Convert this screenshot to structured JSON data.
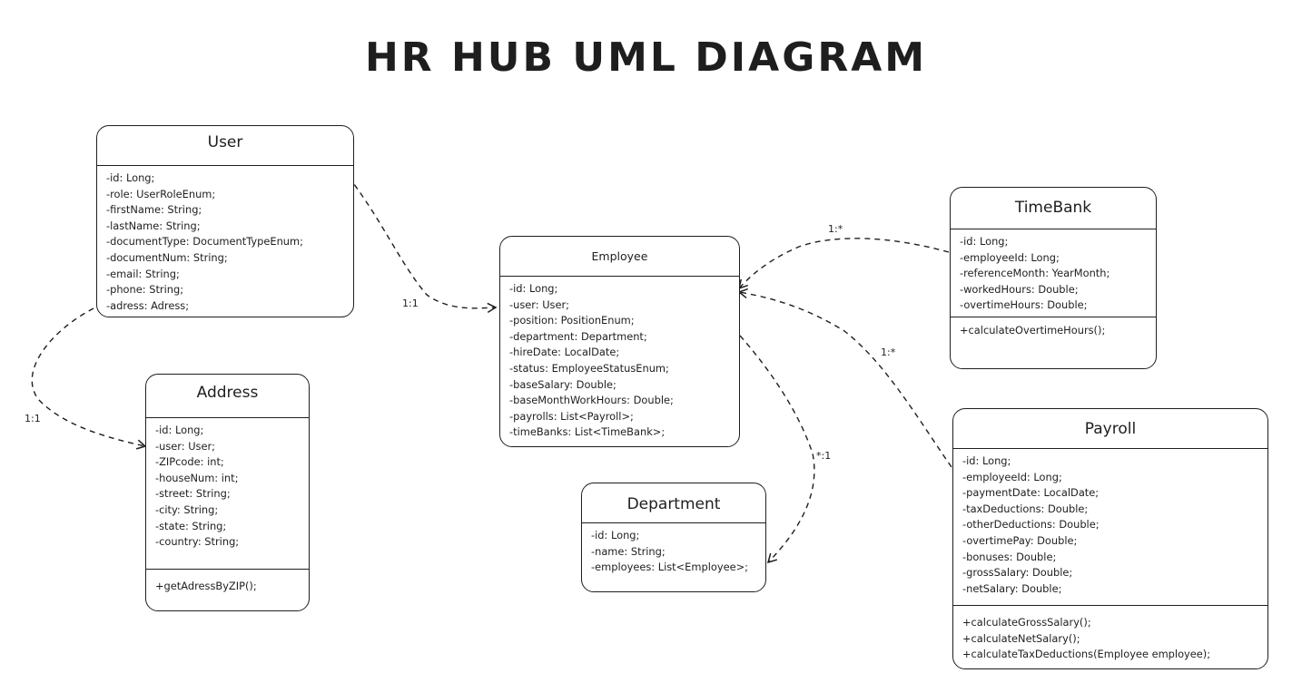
{
  "title": "HR HUB UML DIAGRAM",
  "classes": {
    "user": {
      "name": "User",
      "attributes": [
        "-id: Long;",
        "-role: UserRoleEnum;",
        "-firstName: String;",
        "-lastName: String;",
        "-documentType: DocumentTypeEnum;",
        "-documentNum: String;",
        "-email: String;",
        "-phone: String;",
        "-adress: Adress;"
      ],
      "methods": []
    },
    "address": {
      "name": "Address",
      "attributes": [
        "-id: Long;",
        "-user: User;",
        "-ZIPcode: int;",
        "-houseNum: int;",
        "-street: String;",
        "-city: String;",
        "-state: String;",
        "-country: String;"
      ],
      "methods": [
        "+getAdressByZIP();"
      ]
    },
    "employee": {
      "name": "Employee",
      "attributes": [
        "-id: Long;",
        "-user: User;",
        "-position: PositionEnum;",
        "-department: Department;",
        "-hireDate: LocalDate;",
        "-status: EmployeeStatusEnum;",
        "-baseSalary: Double;",
        "-baseMonthWorkHours: Double;",
        "-payrolls: List<Payroll>;",
        "-timeBanks: List<TimeBank>;"
      ],
      "methods": []
    },
    "department": {
      "name": "Department",
      "attributes": [
        "-id: Long;",
        "-name: String;",
        "-employees: List<Employee>;"
      ],
      "methods": []
    },
    "timebank": {
      "name": "TimeBank",
      "attributes": [
        "-id: Long;",
        "-employeeId: Long;",
        "-referenceMonth: YearMonth;",
        "-workedHours: Double;",
        "-overtimeHours: Double;"
      ],
      "methods": [
        "+calculateOvertimeHours();"
      ]
    },
    "payroll": {
      "name": "Payroll",
      "attributes": [
        "-id: Long;",
        "-employeeId: Long;",
        "-paymentDate: LocalDate;",
        "-taxDeductions: Double;",
        "-otherDeductions: Double;",
        "-overtimePay: Double;",
        "-bonuses: Double;",
        "-grossSalary: Double;",
        "-netSalary: Double;"
      ],
      "methods": [
        "+calculateGrossSalary();",
        "+calculateNetSalary();",
        "+calculateTaxDeductions(Employee employee);"
      ]
    }
  },
  "relations": [
    {
      "from": "User",
      "to": "Employee",
      "multiplicity": "1:1"
    },
    {
      "from": "User",
      "to": "Address",
      "multiplicity": "1:1"
    },
    {
      "from": "TimeBank",
      "to": "Employee",
      "multiplicity": "1:*"
    },
    {
      "from": "Payroll",
      "to": "Employee",
      "multiplicity": "1:*"
    },
    {
      "from": "Employee",
      "to": "Department",
      "multiplicity": "*:1"
    }
  ]
}
